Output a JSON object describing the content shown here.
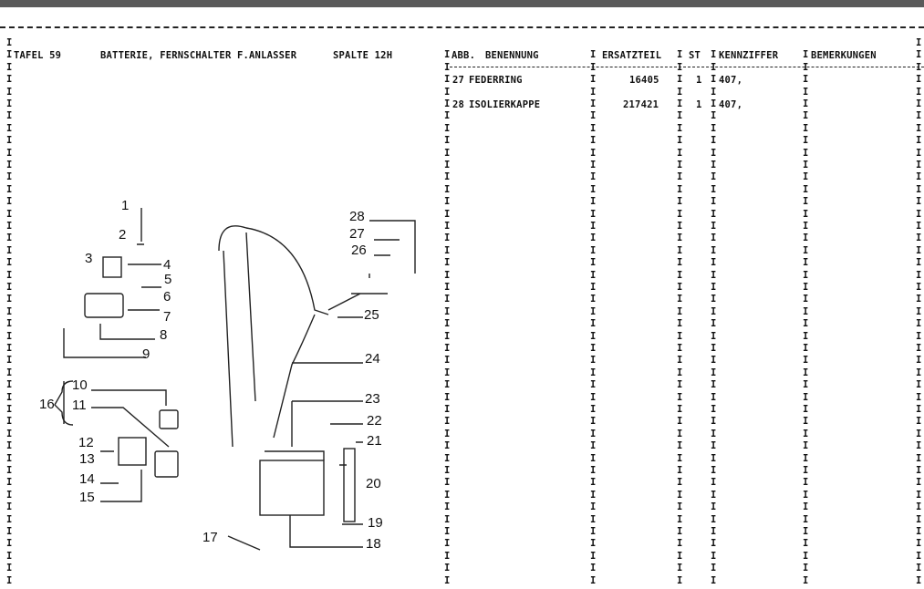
{
  "header": {
    "tafel": "TAFEL 59",
    "title": "BATTERIE, FERNSCHALTER F.ANLASSER",
    "spalte": "SPALTE 12H"
  },
  "table": {
    "columns": [
      "ABB.",
      "BENENNUNG",
      "ERSATZTEIL",
      "ST",
      "KENNZIFFER",
      "BEMERKUNGEN"
    ],
    "rows": [
      {
        "abb": "27",
        "benennung": "FEDERRING",
        "ersatzteil": "16405",
        "st": "1",
        "kennziffer": "407,"
      },
      {
        "abb": "28",
        "benennung": "ISOLIERKAPPE",
        "ersatzteil": "217421",
        "st": "1",
        "kennziffer": "407,"
      }
    ]
  },
  "border_char": "I",
  "diagram": {
    "labels": [
      "1",
      "2",
      "3",
      "4",
      "5",
      "6",
      "7",
      "8",
      "9",
      "10",
      "11",
      "12",
      "13",
      "14",
      "15",
      "16",
      "17",
      "18",
      "19",
      "20",
      "21",
      "22",
      "23",
      "24",
      "25",
      "26",
      "27",
      "28"
    ]
  }
}
